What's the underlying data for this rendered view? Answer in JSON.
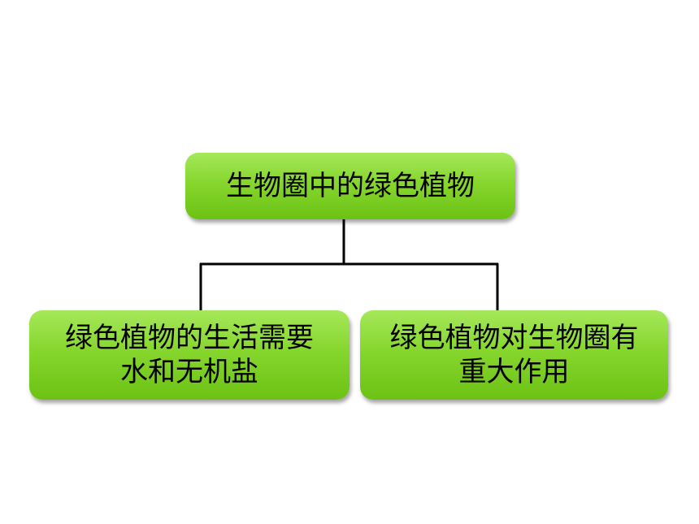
{
  "diagram": {
    "root": {
      "label": "生物圈中的绿色植物"
    },
    "children": [
      {
        "label": "绿色植物的生活需要\n水和无机盐"
      },
      {
        "label": "绿色植物对生物圈有\n重大作用"
      }
    ]
  },
  "colors": {
    "node_fill": "#86d62e",
    "connector": "#000000",
    "background": "#ffffff"
  }
}
